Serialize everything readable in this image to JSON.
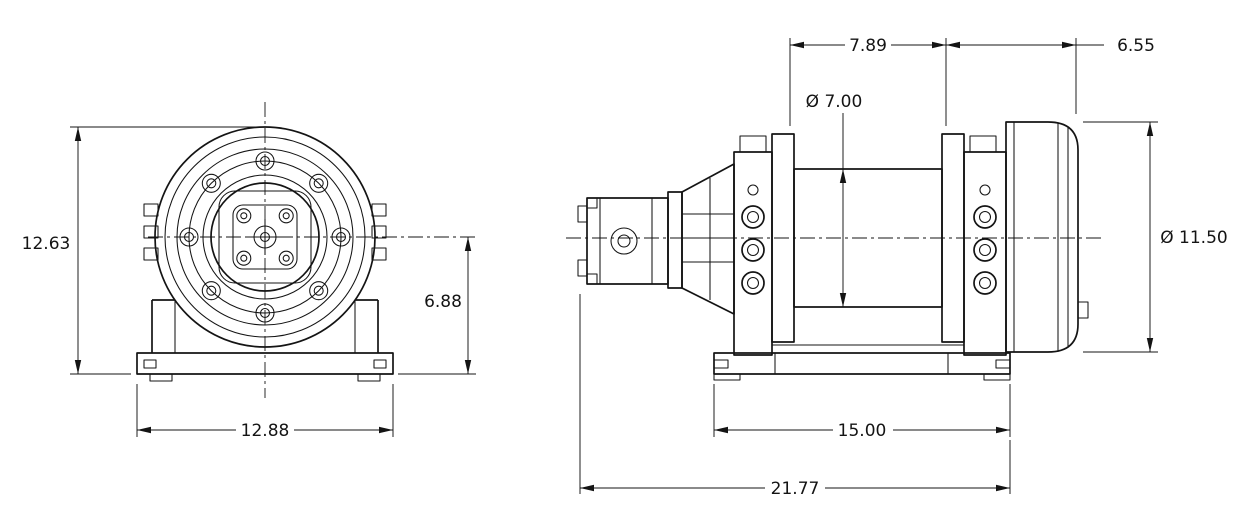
{
  "colors": {
    "ink": "#141414",
    "background": "#ffffff"
  },
  "front_view": {
    "dimensions": {
      "overall_height": "12.63",
      "center_height": "6.88",
      "base_width": "12.88"
    }
  },
  "side_view": {
    "dimensions": {
      "drum_length": "7.89",
      "end_length": "6.55",
      "drum_diameter": "Ø 7.00",
      "housing_diameter": "Ø 11.50",
      "base_length": "15.00",
      "overall_length": "21.77"
    }
  }
}
